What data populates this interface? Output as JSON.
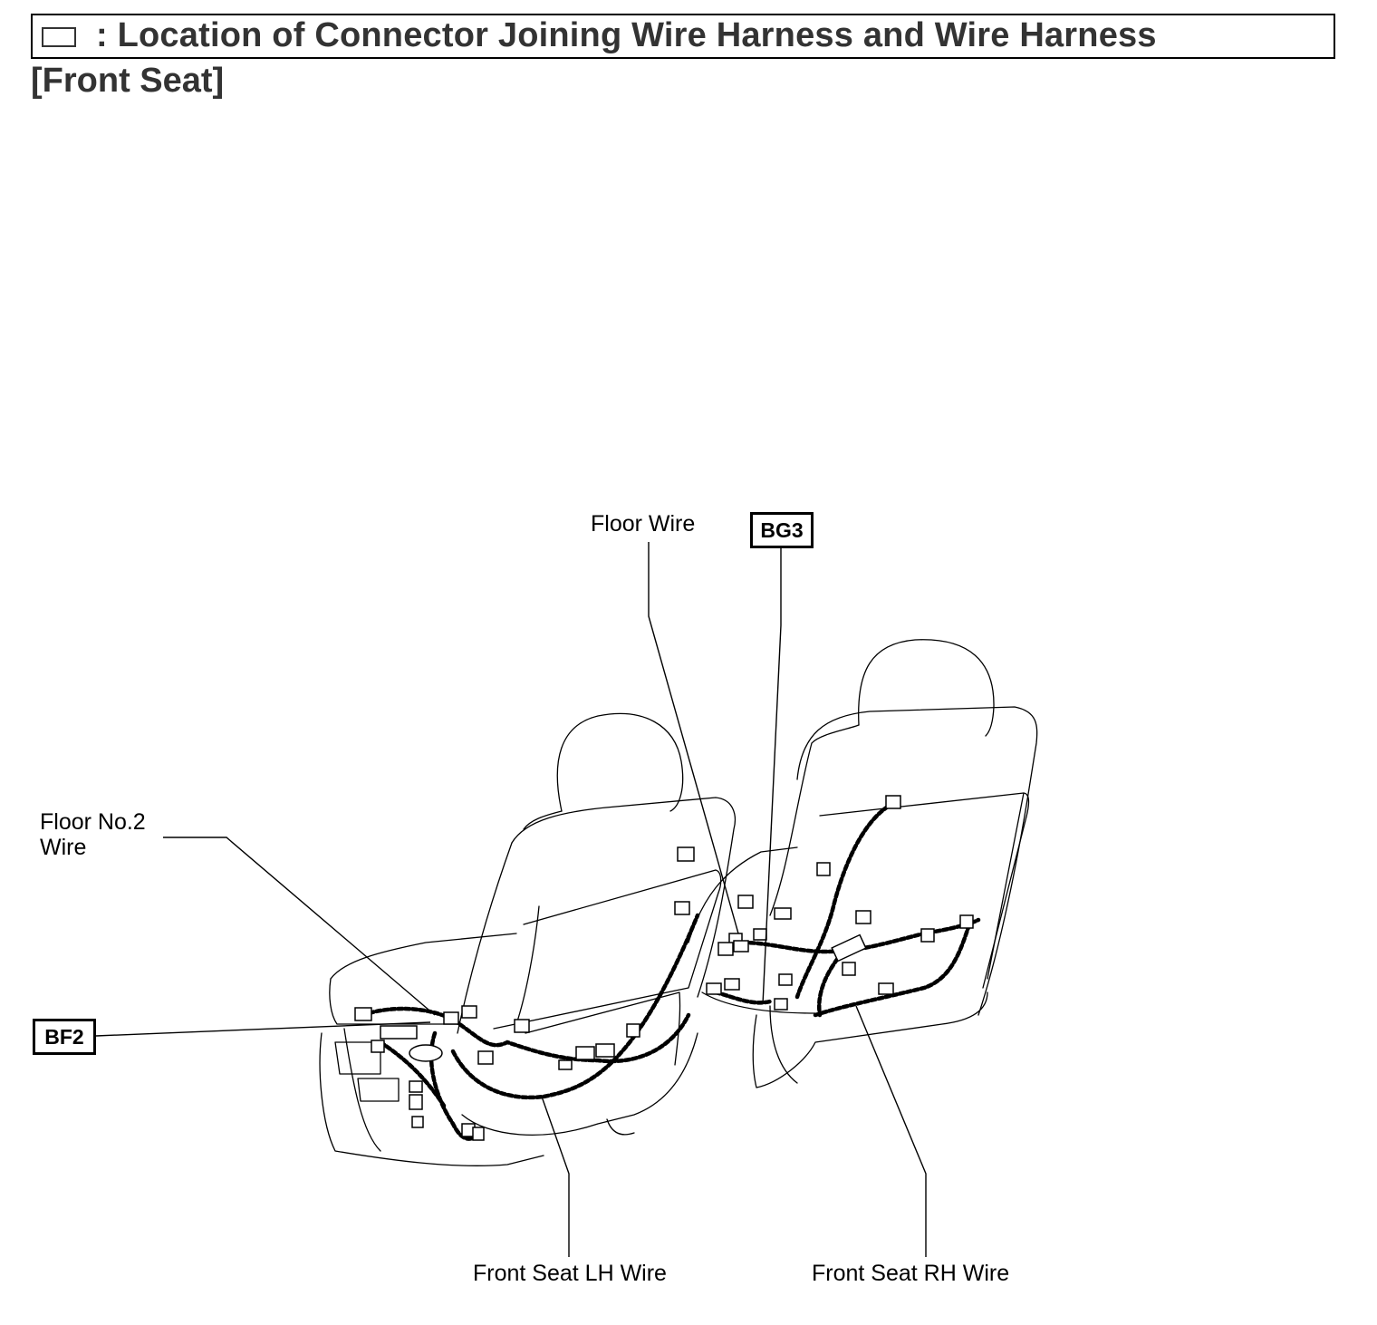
{
  "header": {
    "title": ": Location of Connector Joining Wire Harness and Wire Harness",
    "subtitle": "[Front Seat]"
  },
  "labels": {
    "floor_wire": "Floor Wire",
    "floor_no2_wire_line1": "Floor No.2",
    "floor_no2_wire_line2": "Wire",
    "front_seat_lh_wire": "Front Seat LH Wire",
    "front_seat_rh_wire": "Front Seat RH Wire"
  },
  "connectors": {
    "bg3": "BG3",
    "bf2": "BF2"
  }
}
